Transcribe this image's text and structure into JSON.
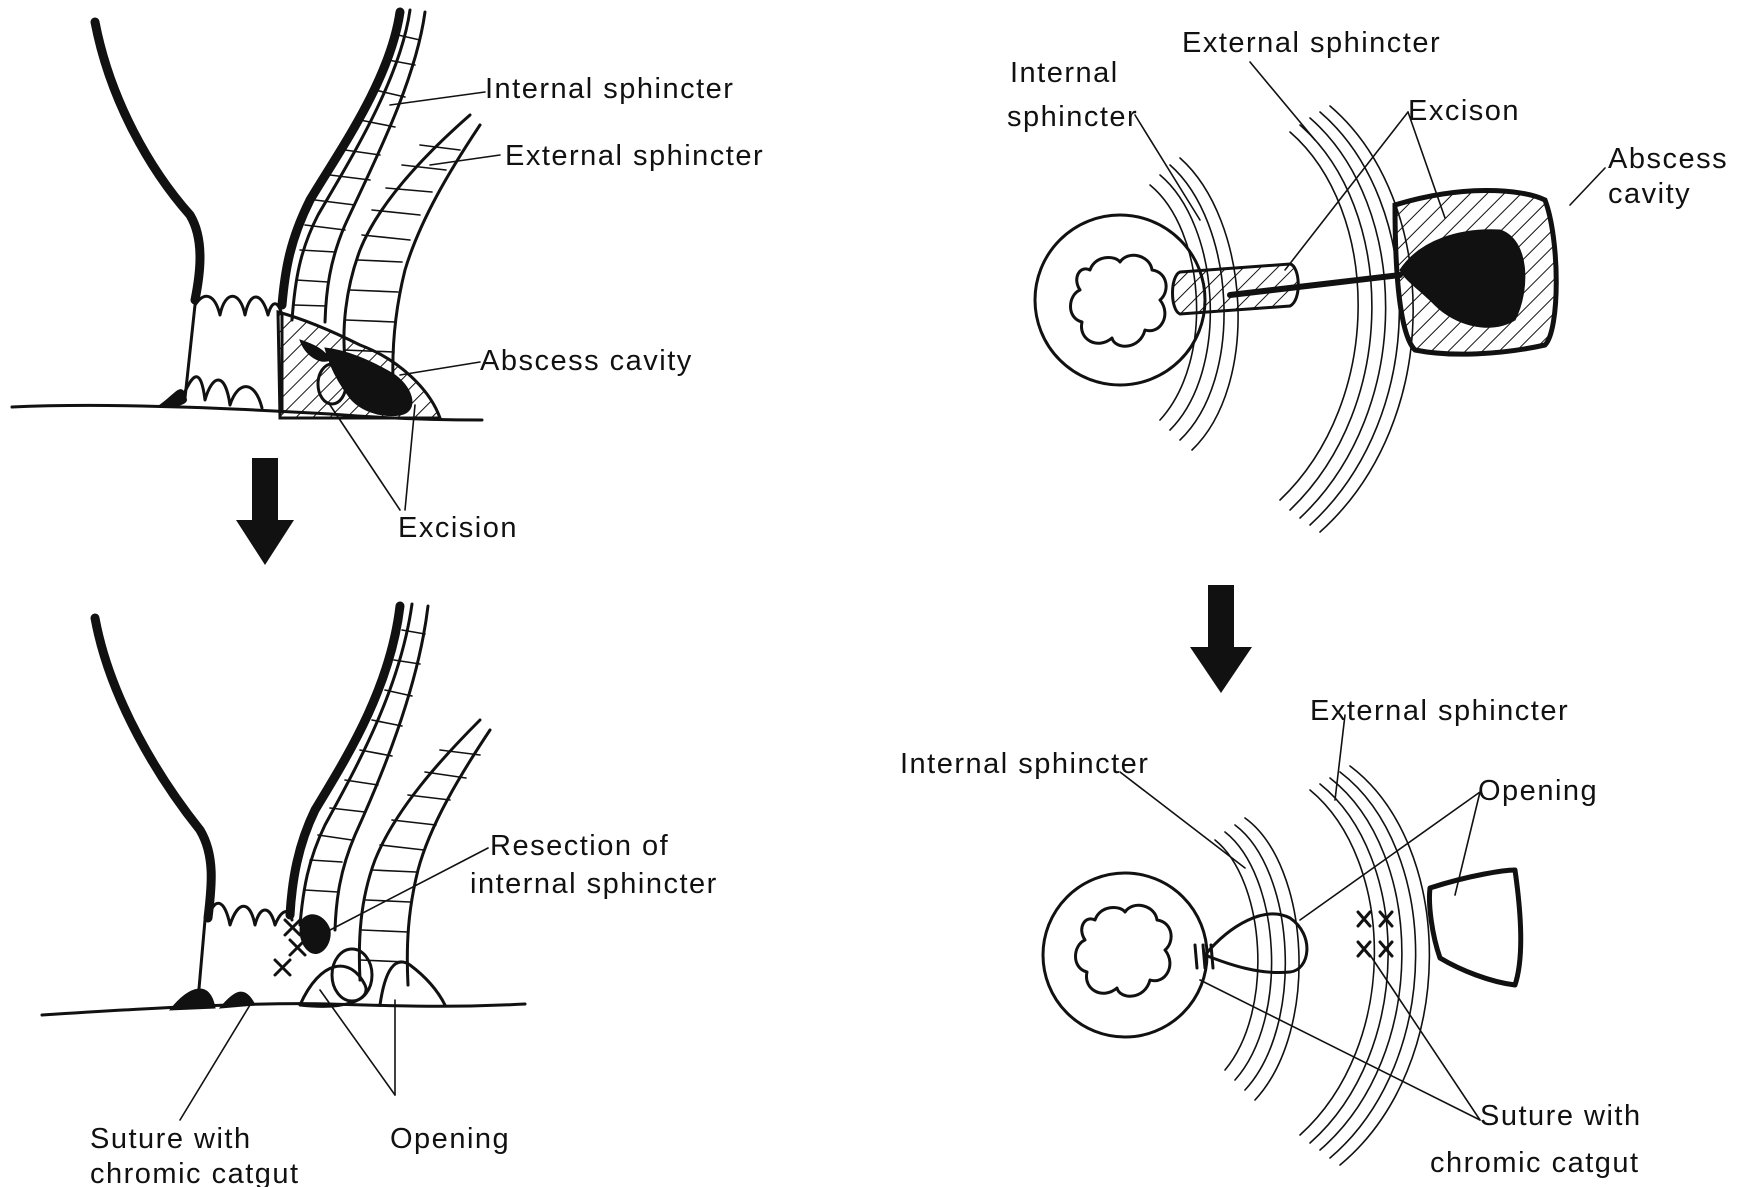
{
  "panels": {
    "top_left": {
      "internal_sphincter": "Internal sphincter",
      "external_sphincter": "External sphincter",
      "abscess_cavity": "Abscess cavity",
      "excision": "Excision"
    },
    "bottom_left": {
      "resection_line1": "Resection of",
      "resection_line2": "internal sphincter",
      "suture_line1": "Suture with",
      "suture_line2": "chromic catgut",
      "opening": "Opening"
    },
    "top_right": {
      "internal_line1": "Internal",
      "internal_line2": "sphincter",
      "external_sphincter": "External sphincter",
      "excision": "Excison",
      "abscess_line1": "Abscess",
      "abscess_line2": "cavity"
    },
    "bottom_right": {
      "internal_sphincter": "Internal sphincter",
      "external_sphincter": "External sphincter",
      "opening": "Opening",
      "suture_line1": "Suture with",
      "suture_line2": "chromic catgut"
    }
  },
  "colors": {
    "ink": "#111111",
    "background": "#ffffff"
  }
}
